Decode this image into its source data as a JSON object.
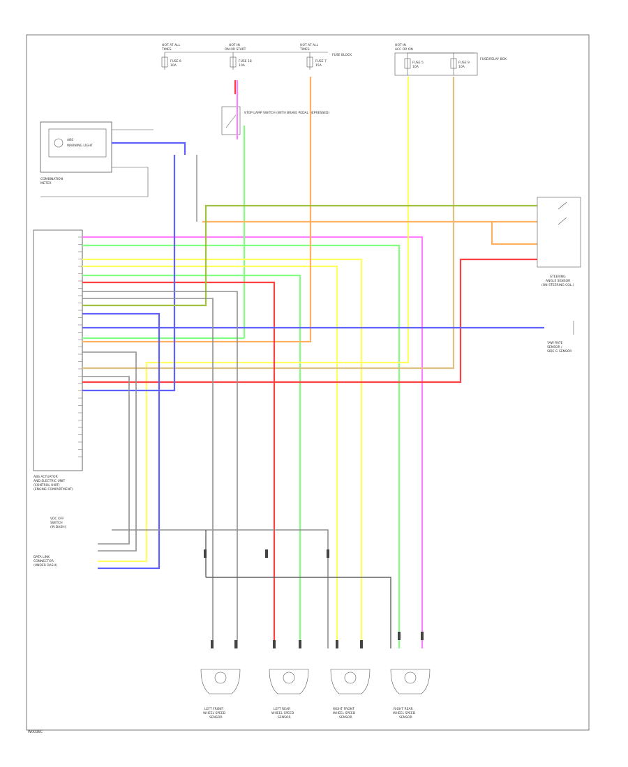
{
  "diagram": {
    "footer_code": "W0036C",
    "fuses": [
      {
        "label1": "HOT AT ALL",
        "label2": "TIMES",
        "fuse": "FUSE 6",
        "amp": "10A"
      },
      {
        "label1": "HOT IN",
        "label2": "ON OR START",
        "fuse": "FUSE 18",
        "amp": "10A"
      },
      {
        "label1": "HOT AT ALL",
        "label2": "TIMES",
        "fuse": "FUSE 7",
        "amp": "15A"
      },
      {
        "label1": "HOT IN",
        "label2": "ACC OR ON",
        "fuse": "FUSE 5",
        "amp": "10A"
      },
      {
        "label1": "",
        "label2": "",
        "fuse": "FUSE 9",
        "amp": "10A"
      }
    ],
    "fuse_block_label": "FUSE BLOCK",
    "fuse_relay_label": "FUSE/RELAY BOX",
    "combination_meter": {
      "title1": "COMBINATION",
      "title2": "METER",
      "inner1": "ABS",
      "inner2": "WARNING LIGHT"
    },
    "brake_switch_label": "STOP LAMP SWITCH (WITH BRAKE PEDAL DEPRESSED)",
    "abs_module": {
      "title1": "ABS ACTUATOR",
      "title2": "AND ELECTRIC UNIT",
      "title3": "(CONTROL UNIT)",
      "title4": "(ENGINE COMPARTMENT)"
    },
    "wheel_sensors": [
      {
        "line1": "LEFT FRONT",
        "line2": "WHEEL SPEED",
        "line3": "SENSOR"
      },
      {
        "line1": "LEFT REAR",
        "line2": "WHEEL SPEED",
        "line3": "SENSOR"
      },
      {
        "line1": "RIGHT FRONT",
        "line2": "WHEEL SPEED",
        "line3": "SENSOR"
      },
      {
        "line1": "RIGHT REAR",
        "line2": "WHEEL SPEED",
        "line3": "SENSOR"
      }
    ],
    "right_components": [
      {
        "line1": "STEERING",
        "line2": "ANGLE SENSOR",
        "line3": "(ON STEERING COL.)"
      },
      {
        "line1": "YAW RATE",
        "line2": "SENSOR /",
        "line3": "SIDE G SENSOR"
      }
    ],
    "data_link": {
      "line1": "DATA LINK",
      "line2": "CONNECTOR",
      "line3": "(UNDER DASH)"
    },
    "vdc_off_switch": {
      "line1": "VDC OFF",
      "line2": "SWITCH",
      "line3": "(IN DASH)"
    },
    "wire_colors": {
      "red": "#ff4040",
      "pink": "#ff80ff",
      "green": "#80ff80",
      "yellow": "#ffff60",
      "orange": "#ffb060",
      "blue": "#6060ff",
      "gray": "#808080",
      "olive": "#a0c040",
      "tan": "#e0c080"
    }
  }
}
